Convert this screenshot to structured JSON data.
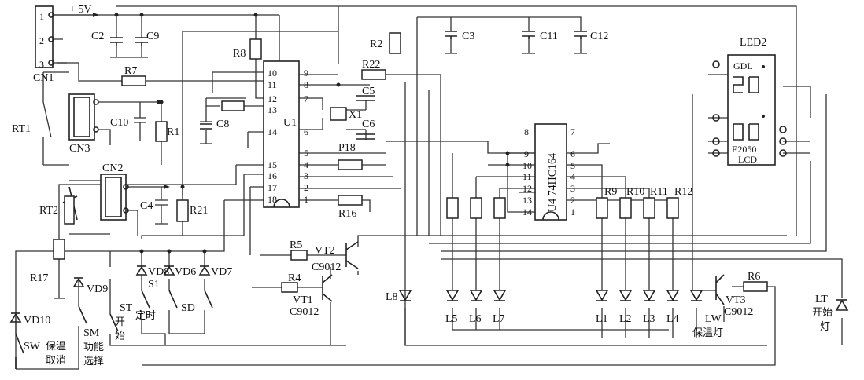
{
  "power": {
    "label": "+ 5V"
  },
  "connectors": {
    "cn1": {
      "label": "CN1",
      "pins": [
        "1",
        "2",
        "3"
      ]
    },
    "cn2": {
      "label": "CN2"
    },
    "cn3": {
      "label": "CN3"
    }
  },
  "sensors": {
    "rt1": "RT1",
    "rt2": "RT2"
  },
  "ics": {
    "u1": {
      "label": "U1",
      "left_pins": [
        "10",
        "11",
        "12",
        "13",
        "14",
        "15",
        "16",
        "17",
        "18"
      ],
      "right_pins": [
        "9",
        "8",
        "7",
        "6",
        "5",
        "4",
        "3",
        "2",
        "1"
      ]
    },
    "u4": {
      "label": "U4 74HC164",
      "left_pins": [
        "8",
        "9",
        "10",
        "11",
        "12",
        "13",
        "14"
      ],
      "right_pins": [
        "7",
        "6",
        "5",
        "4",
        "3",
        "2",
        "1"
      ]
    }
  },
  "display": {
    "label": "LED2",
    "gdl": "GDL",
    "model": "E2050",
    "type": "LCD"
  },
  "crystal": {
    "label": "X1"
  },
  "resistors": {
    "r1": "R1",
    "r2": "R2",
    "r4": "R4",
    "r5": "R5",
    "r6": "R6",
    "r7": "R7",
    "r8": "R8",
    "r9": "R9",
    "r10": "R10",
    "r11": "R11",
    "r12": "R12",
    "r16": "R16",
    "r17": "R17",
    "r21": "R21",
    "r22": "R22",
    "p18": "P18"
  },
  "capacitors": {
    "c2": "C2",
    "c3": "C3",
    "c4": "C4",
    "c5": "C5",
    "c6": "C6",
    "c8": "C8",
    "c9": "C9",
    "c10": "C10",
    "c11": "C11",
    "c12": "C12"
  },
  "transistors": {
    "vt1": {
      "label": "VT1",
      "part": "C9012"
    },
    "vt2": {
      "label": "VT2",
      "part": "C9012"
    },
    "vt3": {
      "label": "VT3",
      "part": "C9012"
    }
  },
  "diodes": {
    "vd6": "VD6",
    "vd7": "VD7",
    "vd8": "VD8",
    "vd9": "VD9",
    "vd10": "VD10"
  },
  "leds": {
    "l1": "L1",
    "l2": "L2",
    "l3": "L3",
    "l4": "L4",
    "l5": "L5",
    "l6": "L6",
    "l7": "L7",
    "l8": "L8",
    "lw": "LW",
    "lw_text": "保温灯",
    "lt": "LT",
    "lt_text_1": "开始",
    "lt_text_2": "灯"
  },
  "switches": {
    "sw": {
      "label": "SW",
      "text_1": "保温",
      "text_2": "取消"
    },
    "sm": {
      "label": "SM",
      "text_1": "功能",
      "text_2": "选择"
    },
    "st": {
      "label": "ST",
      "text_1": "开",
      "text_2": "始"
    },
    "s1": {
      "label": "S1",
      "text": "定时"
    },
    "sd": {
      "label": "SD"
    }
  }
}
